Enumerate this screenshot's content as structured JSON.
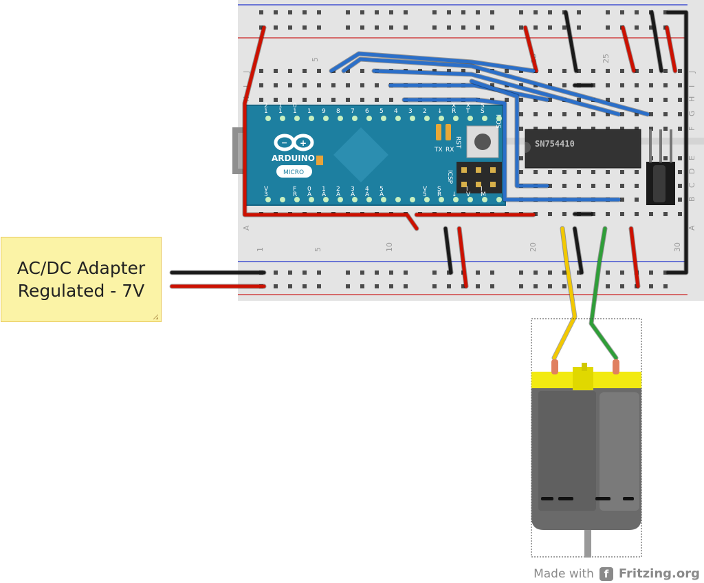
{
  "note": {
    "line1": "AC/DC Adapter",
    "line2": "Regulated - 7V"
  },
  "arduino": {
    "brand": "ARDUINO",
    "model": "MICRO",
    "header_top_labels": [
      "1",
      "1",
      "1",
      "1",
      "9",
      "8",
      "7",
      "6",
      "5",
      "4",
      "3",
      "2",
      "↓",
      "R",
      "T",
      "S"
    ],
    "header_top_labels_2": [
      "2",
      "1",
      "0",
      "",
      "",
      "",
      "",
      "",
      "",
      "",
      "",
      "",
      "",
      "X",
      "X",
      "S"
    ],
    "header_bottom_labels": [
      "3",
      "R",
      "A",
      "A",
      "A",
      "A",
      "A",
      "A",
      "5",
      "R",
      "↓",
      "V",
      "M"
    ],
    "header_bottom_labels_2": [
      "V",
      "F",
      "0",
      "1",
      "2",
      "3",
      "4",
      "5",
      "V",
      "S",
      "",
      "I",
      "I"
    ],
    "led_labels": [
      "TX",
      "RX"
    ],
    "rst_label": "RST",
    "icsp_label": "ICSP",
    "mosi_label": "MOS"
  },
  "chip": {
    "label": "SN754410"
  },
  "breadboard": {
    "column_numbers_top": [
      "5",
      "10",
      "25"
    ],
    "column_numbers_bottom": [
      "1",
      "5",
      "10",
      "20",
      "30"
    ],
    "row_letters": [
      "J",
      "I",
      "H",
      "G",
      "F",
      "E",
      "D",
      "C",
      "B",
      "A"
    ]
  },
  "footer": {
    "made_with": "Made with",
    "brand": "Fritzing.org",
    "logo_glyph": "f"
  },
  "colors": {
    "breadboard": "#e6e6e6",
    "arduino_blue": "#1d7fa0",
    "wire_red": "#cc1100",
    "wire_black": "#1a1a1a",
    "wire_blue": "#2b6fc9",
    "wire_yellow": "#f2c900",
    "wire_green": "#2f9e38",
    "motor_yellow": "#f2ea10",
    "motor_gray": "#666666"
  }
}
